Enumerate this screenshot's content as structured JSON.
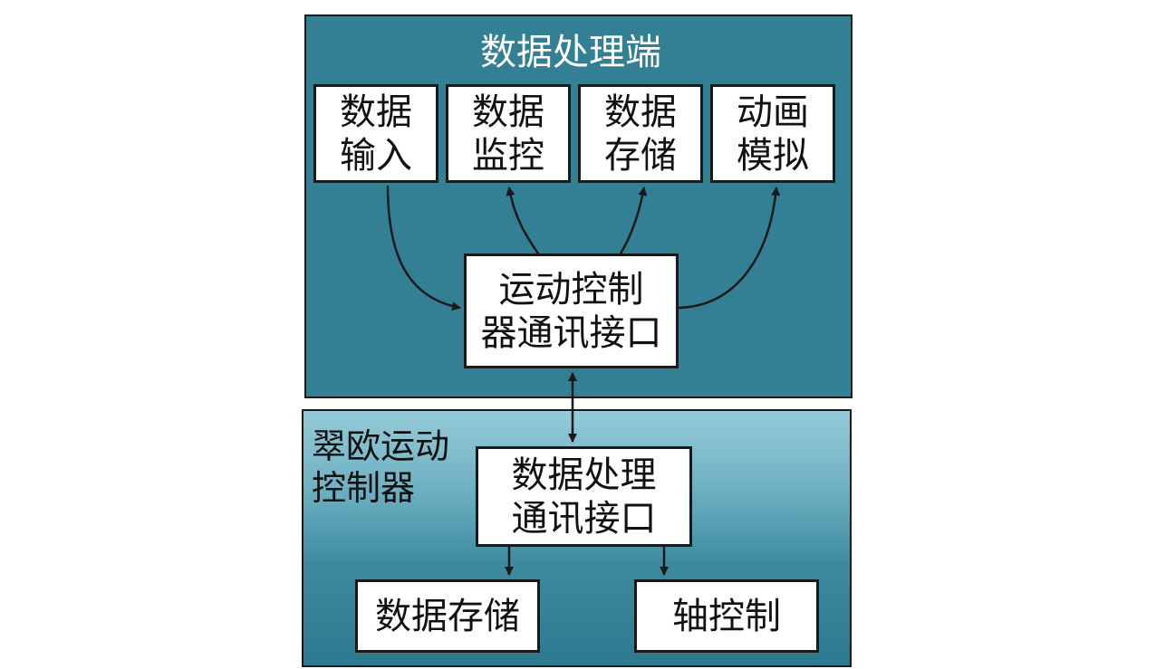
{
  "top_panel": {
    "title": "数据处理端",
    "color": "#337f93",
    "boxes": {
      "data_input": [
        "数据",
        "输入"
      ],
      "data_monitor": [
        "数据",
        "监控"
      ],
      "data_storage": [
        "数据",
        "存储"
      ],
      "animation_sim": [
        "动画",
        "模拟"
      ],
      "motion_controller_interface": [
        "运动控制",
        "器通讯接口"
      ]
    }
  },
  "bottom_panel": {
    "title": [
      "翠欧运动",
      "控制器"
    ],
    "boxes": {
      "data_processing_interface": [
        "数据处理",
        "通讯接口"
      ],
      "data_storage": "数据存储",
      "axis_control": "轴控制"
    }
  }
}
